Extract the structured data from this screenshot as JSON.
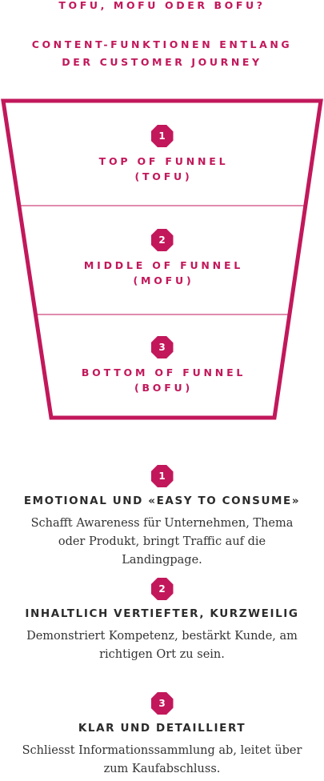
{
  "header": {
    "question": "TOFU, MOFU ODER BOFU?",
    "subtitle_line1": "CONTENT-FUNKTIONEN ENTLANG",
    "subtitle_line2": "DER CUSTOMER JOURNEY"
  },
  "funnel": {
    "color": "#c2185b",
    "stages": [
      {
        "number": "1",
        "line1": "TOP OF FUNNEL",
        "line2": "(TOFU)"
      },
      {
        "number": "2",
        "line1": "MIDDLE OF FUNNEL",
        "line2": "(MOFU)"
      },
      {
        "number": "3",
        "line1": "BOTTOM OF FUNNEL",
        "line2": "(BOFU)"
      }
    ]
  },
  "items": [
    {
      "number": "1",
      "title": "EMOTIONAL UND «EASY TO CONSUME»",
      "desc_line1": "Schafft Awareness für Unternehmen, Thema",
      "desc_line2": "oder Produkt, bringt Traffic auf die Landingpage."
    },
    {
      "number": "2",
      "title": "INHALTLICH VERTIEFTER, KURZWEILIG",
      "desc_line1": "Demonstriert Kompetenz, bestärkt Kunde, am",
      "desc_line2": "richtigen Ort zu sein."
    },
    {
      "number": "3",
      "title": "KLAR UND DETAILLIERT",
      "desc_line1": "Schliesst Informationssammlung ab, leitet über",
      "desc_line2": "zum Kaufabschluss."
    }
  ]
}
